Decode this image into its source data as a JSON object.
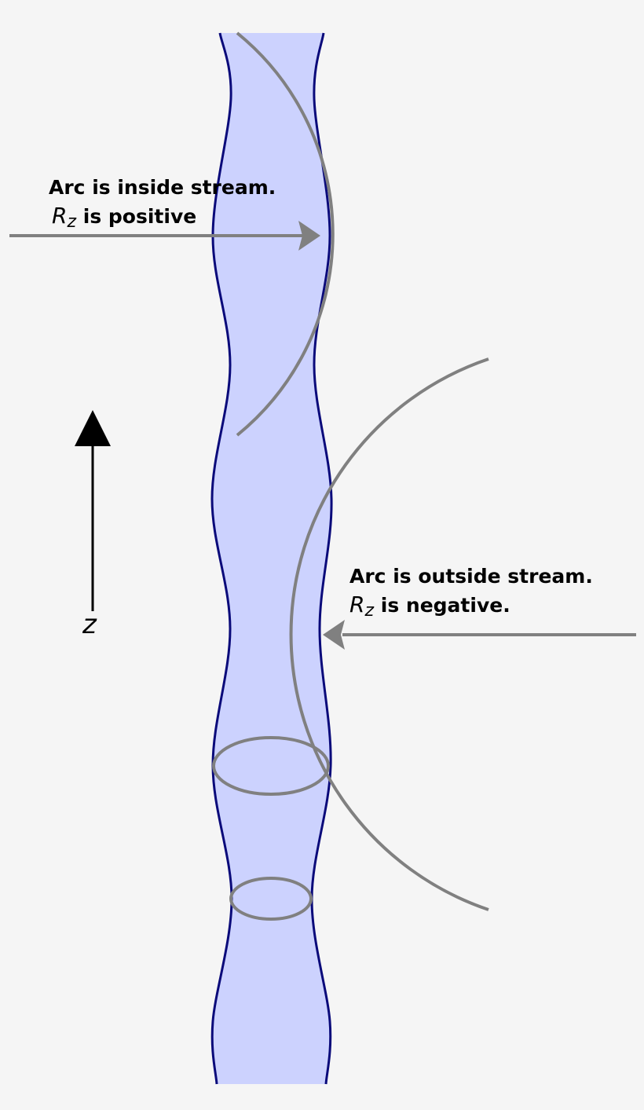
{
  "labels": {
    "inside_title": "Arc is inside stream.",
    "inside_symbol": "R",
    "inside_subscript": "z",
    "inside_suffix": "is positive",
    "outside_title": "Arc is outside stream.",
    "outside_symbol": "R",
    "outside_subscript": "z",
    "outside_suffix": "is negative.",
    "axis_label": "z"
  },
  "colors": {
    "background": "#f5f5f5",
    "stream_fill": "#ccd2fe",
    "stream_outline": "#0a0a7a",
    "arc_gray": "#808080",
    "text": "#000000"
  }
}
